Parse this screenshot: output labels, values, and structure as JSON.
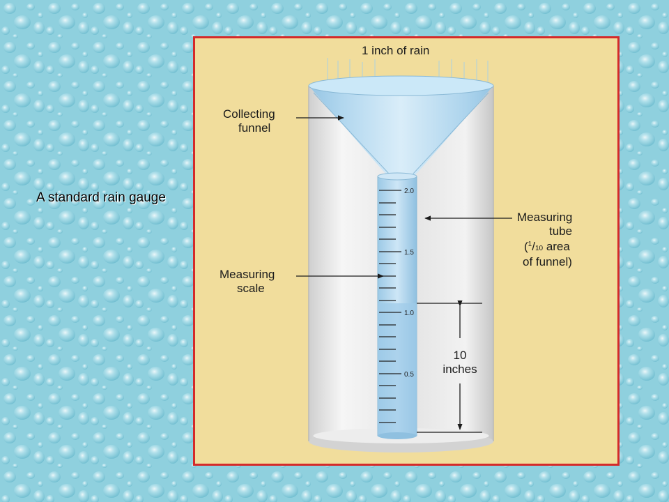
{
  "slide": {
    "caption": "A standard rain gauge"
  },
  "figure": {
    "labels": {
      "rain": "1 inch of rain",
      "funnel_line1": "Collecting",
      "funnel_line2": "funnel",
      "tube_line1": "Measuring",
      "tube_line2": "tube",
      "tube_line3_open": "(",
      "tube_line3_num": "1",
      "tube_line3_slash": "/",
      "tube_line3_den": "10",
      "tube_line3_rest": " area",
      "tube_line4": "of funnel)",
      "scale_line1": "Measuring",
      "scale_line2": "scale",
      "height_line1": "10",
      "height_line2": "inches"
    },
    "scale_ticks": [
      "2.0",
      "1.5",
      "1.0",
      "0.5"
    ],
    "colors": {
      "frame_border": "#d42a2a",
      "panel_bg": "#f1dd9c",
      "water": "#a9d4ef",
      "cylinder": "#e6e6e6",
      "slide_bg": "#8fd0de"
    }
  }
}
